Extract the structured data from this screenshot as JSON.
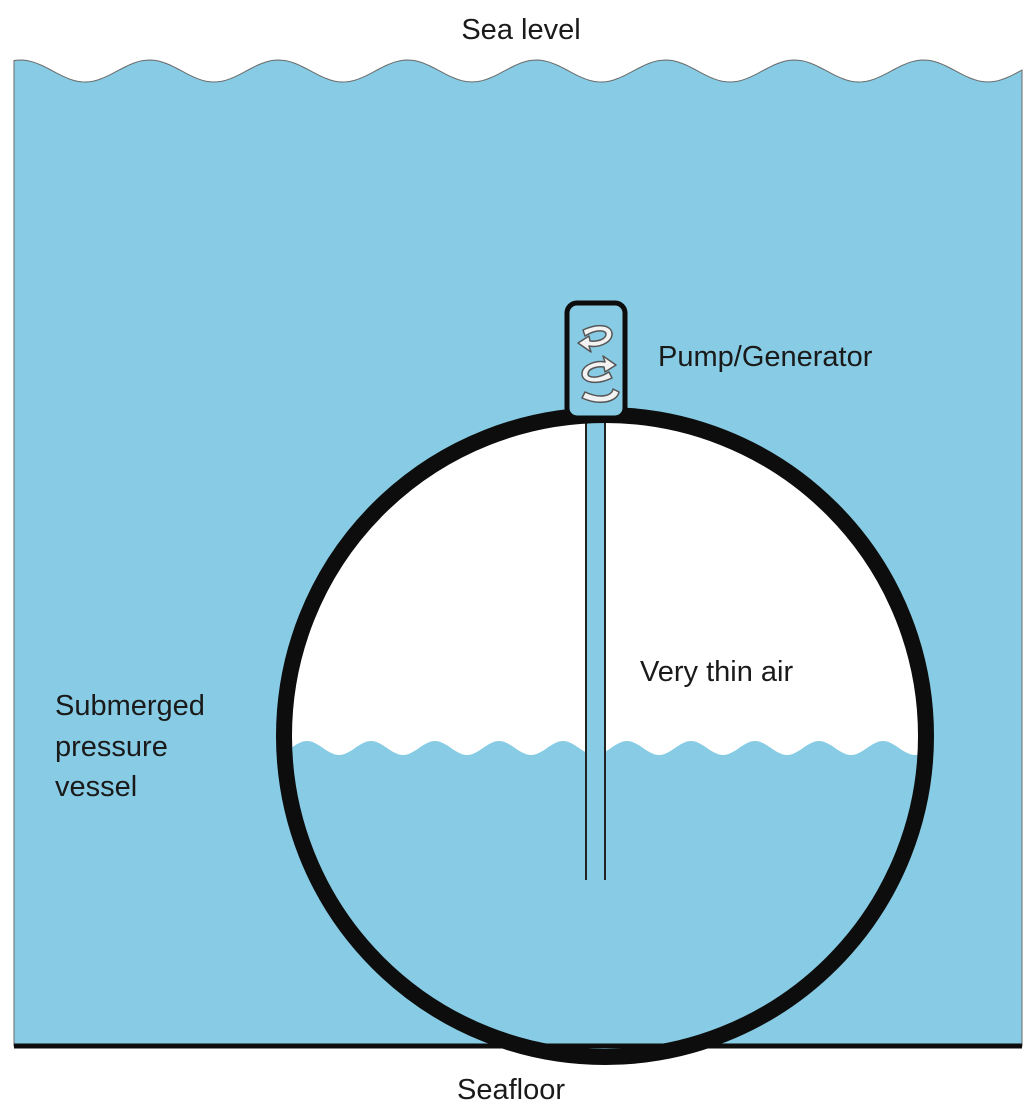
{
  "labels": {
    "sea_level": "Sea level",
    "pump_generator": "Pump/Generator",
    "thin_air": "Very thin air",
    "vessel_line1": "Submerged",
    "vessel_line2": "pressure",
    "vessel_line3": "vessel",
    "seafloor": "Seafloor"
  },
  "colors": {
    "water": "#87cce4",
    "vessel_wall": "#0d0d0d",
    "air": "#ffffff",
    "arrow_fill": "#f2f2f2"
  }
}
